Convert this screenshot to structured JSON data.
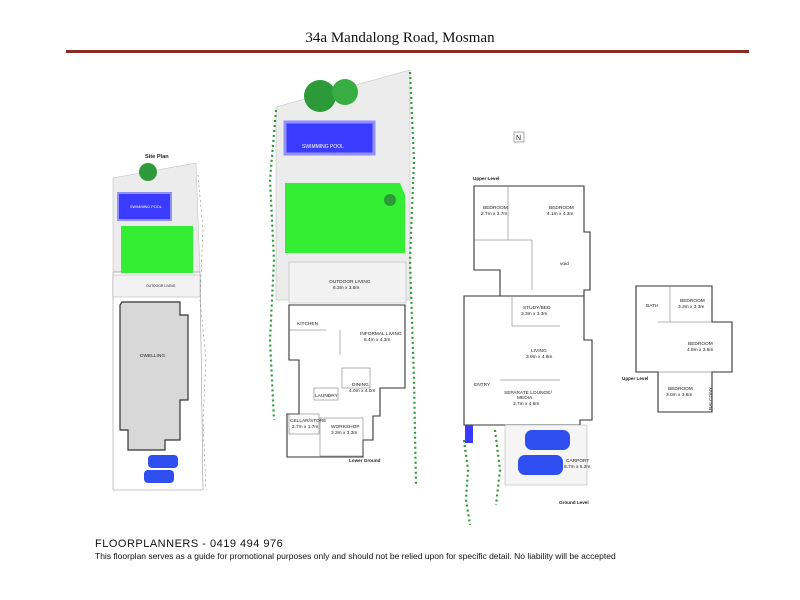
{
  "title": "34a Mandalong Road, Mosman",
  "brand_color": "#8b2a22",
  "colors": {
    "lawn": "#33ee33",
    "pool": "#3b3bff",
    "pool_edge": "#9090ff",
    "car": "#2f4ff0",
    "tree": "#2d9a3a"
  },
  "site": {
    "heading": "Site Plan",
    "pool": "SWIMMING POOL",
    "outdoor": "OUTDOOR LIVING",
    "dwelling": "DWELLING"
  },
  "lower": {
    "heading": "Lower Ground",
    "pool": "SWIMMING POOL",
    "outdoor": "OUTDOOR LIVING",
    "outdoor_dim": "6.3m x 3.6m",
    "kitchen": "KITCHEN",
    "informal": "INFORMAL LIVING",
    "informal_dim": "6.4m x 4.3m",
    "dining": "DINING",
    "dining_dim": "4.0m x 4.0m",
    "laundry": "LAUNDRY",
    "cellar": "CELLAR/STORE",
    "cellar_dim": "2.7m x 1.7m",
    "workshop": "WORKSHOP",
    "workshop_dim": "3.3m x 3.3m"
  },
  "compass": "N",
  "ground": {
    "heading_upper": "Upper Level",
    "heading_ground": "Ground Level",
    "bed1": "BEDROOM",
    "bed1_dim": "2.7m x 3.7m",
    "bed2": "BEDROOM",
    "bed2_dim": "4.1m x 4.3m",
    "void": "void",
    "study": "STUDY/BED",
    "study_dim": "3.3m x 3.3m",
    "living": "LIVING",
    "living_dim": "3.9m x 4.8m",
    "lounge": "SEPARATE LOUNGE/",
    "lounge2": "MEDIA",
    "lounge_dim": "3.7m x 4.6m",
    "entry": "ENTRY",
    "carport": "CARPORT",
    "carport_dim": "8.7m x 5.2m"
  },
  "upper": {
    "heading": "Upper Level",
    "bath": "BATH",
    "bed_a": "BEDROOM",
    "bed_a_dim": "3.3m x 3.3m",
    "bed_b": "BEDROOM",
    "bed_b_dim": "4.8m x 3.6m",
    "bed_c": "BEDROOM",
    "bed_c_dim": "3.0m x 3.6m",
    "balcony": "BALCONY"
  },
  "footer": {
    "brand": "FLOORPLANNERS - 0419 494 976",
    "disclaimer": "This floorplan serves as a guide for promotional purposes only and should not be relied upon for specific detail.  No liability will be accepted"
  }
}
